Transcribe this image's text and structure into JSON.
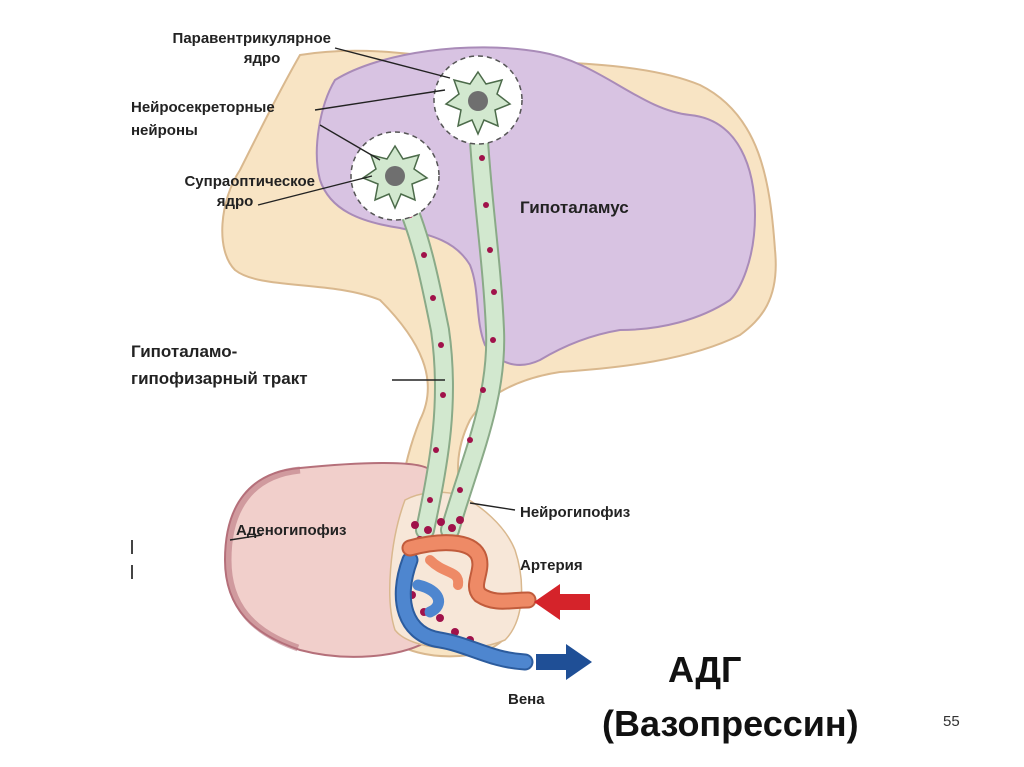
{
  "labels": {
    "paraventricular_1": "Паравентрикулярное",
    "paraventricular_2": "ядро",
    "neurosecretory_1": "Нейросекреторные",
    "neurosecretory_2": "нейроны",
    "supraoptic_1": "Супраоптическое",
    "supraoptic_2": "ядро",
    "hypothalamus": "Гипоталамус",
    "tract_1": "Гипоталамо-",
    "tract_2": "гипофизарный тракт",
    "adenohypophysis": "Аденогипофиз",
    "neurohypophysis": "Нейрогипофиз",
    "artery": "Артерия",
    "vein": "Вена"
  },
  "title": {
    "line1": "АДГ",
    "line2": "(Вазопрессин)"
  },
  "page_number": "55",
  "colors": {
    "hypothalamus": "#d8c3e2",
    "brain_tissue": "#f8e4c4",
    "adenohypophysis": "#f1cfcb",
    "neurohypophysis": "#f7e7d8",
    "axon": "#d2e8cf",
    "granule": "#a0124a",
    "artery": "#ee8a66",
    "vein": "#4e86cf",
    "arrow_in": "#d5232a",
    "arrow_out": "#1f4f96"
  }
}
